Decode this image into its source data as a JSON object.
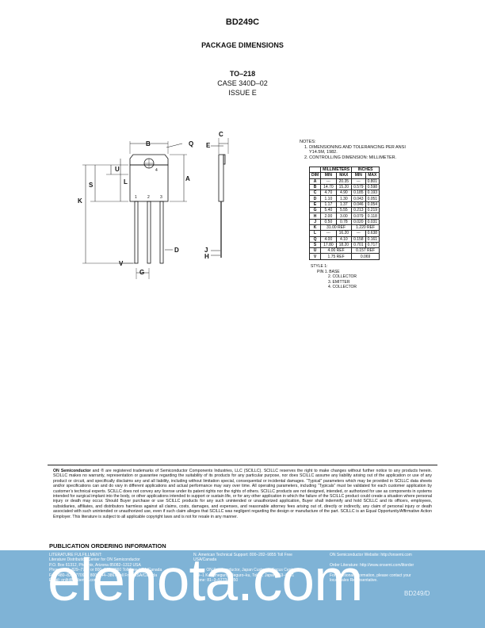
{
  "header": {
    "part_number": "BD249C",
    "section_title": "PACKAGE DIMENSIONS",
    "package_name": "TO–218",
    "case": "CASE 340D–02",
    "issue": "ISSUE E"
  },
  "drawing": {
    "labels": {
      "B": "B",
      "C": "C",
      "Q": "Q",
      "E": "E",
      "U": "U",
      "L": "L",
      "A": "A",
      "S": "S",
      "K": "K",
      "D": "D",
      "J": "J",
      "H": "H",
      "V": "V",
      "G": "G"
    },
    "pins": {
      "p1": "1",
      "p2": "2",
      "p3": "3",
      "p4": "4"
    }
  },
  "notes": {
    "title": "NOTES:",
    "items": [
      "1. DIMENSIONING AND TOLERANCING PER ANSI",
      "Y14.5M, 1982.",
      "2. CONTROLLING DIMENSION: MILLIMETER."
    ]
  },
  "dims_table": {
    "group_headers": [
      "MILLIMETERS",
      "INCHES"
    ],
    "sub_headers": [
      "DIM",
      "MIN",
      "MAX",
      "MIN",
      "MAX"
    ],
    "rows": [
      [
        "A",
        "---",
        "20.35",
        "---",
        "0.801"
      ],
      [
        "B",
        "14.70",
        "15.20",
        "0.579",
        "0.598"
      ],
      [
        "C",
        "4.70",
        "4.90",
        "0.185",
        "0.193"
      ],
      [
        "D",
        "1.10",
        "1.30",
        "0.043",
        "0.051"
      ],
      [
        "E",
        "1.17",
        "1.37",
        "0.046",
        "0.054"
      ],
      [
        "G",
        "5.40",
        "5.55",
        "0.213",
        "0.219"
      ],
      [
        "H",
        "2.00",
        "3.00",
        "0.079",
        "0.118"
      ],
      [
        "J",
        "0.50",
        "0.78",
        "0.020",
        "0.031"
      ],
      [
        "K",
        "31.00 REF",
        "",
        "1.220 REF",
        ""
      ],
      [
        "L",
        "---",
        "16.20",
        "---",
        "0.638"
      ],
      [
        "Q",
        "4.00",
        "4.10",
        "0.158",
        "0.161"
      ],
      [
        "S",
        "17.80",
        "18.20",
        "0.701",
        "0.717"
      ],
      [
        "U",
        "4.00 REF",
        "",
        "0.157 REF",
        ""
      ],
      [
        "V",
        "1.75 REF",
        "",
        "0.069",
        ""
      ]
    ]
  },
  "style": {
    "title": "STYLE 1:",
    "pins": [
      "PIN 1.   BASE",
      "2.   COLLECTOR",
      "3.   EMITTER",
      "4.   COLLECTOR"
    ]
  },
  "disclaimer": {
    "brand": "ON Semiconductor",
    "text": "and ® are registered trademarks of Semiconductor Components Industries, LLC (SCILLC). SCILLC reserves the right to make changes without further notice to any products herein. SCILLC makes no warranty, representation or guarantee regarding the suitability of its products for any particular purpose, nor does SCILLC assume any liability arising out of the application or use of any product or circuit, and specifically disclaims any and all liability, including without limitation special, consequential or incidental damages. “Typical” parameters which may be provided in SCILLC data sheets and/or specifications can and do vary in different applications and actual performance may vary over time. All operating parameters, including “Typicals” must be validated for each customer application by customer’s technical experts. SCILLC does not convey any license under its patent rights nor the rights of others. SCILLC products are not designed, intended, or authorized for use as components in systems intended for surgical implant into the body, or other applications intended to support or sustain life, or for any other application in which the failure of the SCILLC product could create a situation where personal injury or death may occur. Should Buyer purchase or use SCILLC products for any such unintended or unauthorized application, Buyer shall indemnify and hold SCILLC and its officers, employees, subsidiaries, affiliates, and distributors harmless against all claims, costs, damages, and expenses, and reasonable attorney fees arising out of, directly or indirectly, any claim of personal injury or death associated with such unintended or unauthorized use, even if such claim alleges that SCILLC was negligent regarding the design or manufacture of the part. SCILLC is an Equal Opportunity/Affirmative Action Employer. This literature is subject to all applicable copyright laws and is not for resale in any manner."
  },
  "footer": {
    "ordering_heading": "PUBLICATION ORDERING INFORMATION",
    "col1": [
      "LITERATURE FULFILLMENT:",
      "Literature Distribution Center for ON Semiconductor",
      "P.O. Box 61312, Phoenix, Arizona 85082–1312 USA",
      "Phone: 480–829–7710 or 800–344–3860 Toll Free USA/Canada",
      "Fax: 480–829–7709 or 800–344–3867 Toll Free USA/Canada",
      "Email: onlit@hibbertco.com"
    ],
    "col2": [
      "N. American Technical Support: 800–282–9855 Toll Free",
      "USA/Canada",
      "",
      "Japan: ON Semiconductor, Japan Customer Focus Center",
      "2–9–1 Kamimeguro, Meguro–ku, Tokyo, Japan 153–0051",
      "Phone: 81–3–5773–3850"
    ],
    "col3": [
      "ON Semiconductor Website: http://onsemi.com",
      "",
      "Order Literature: http://www.onsemi.com/litorder",
      "",
      "For additional information, please contact your",
      "local Sales Representative."
    ],
    "doc_id": "BD249/D",
    "watermark": "elenota.com"
  }
}
